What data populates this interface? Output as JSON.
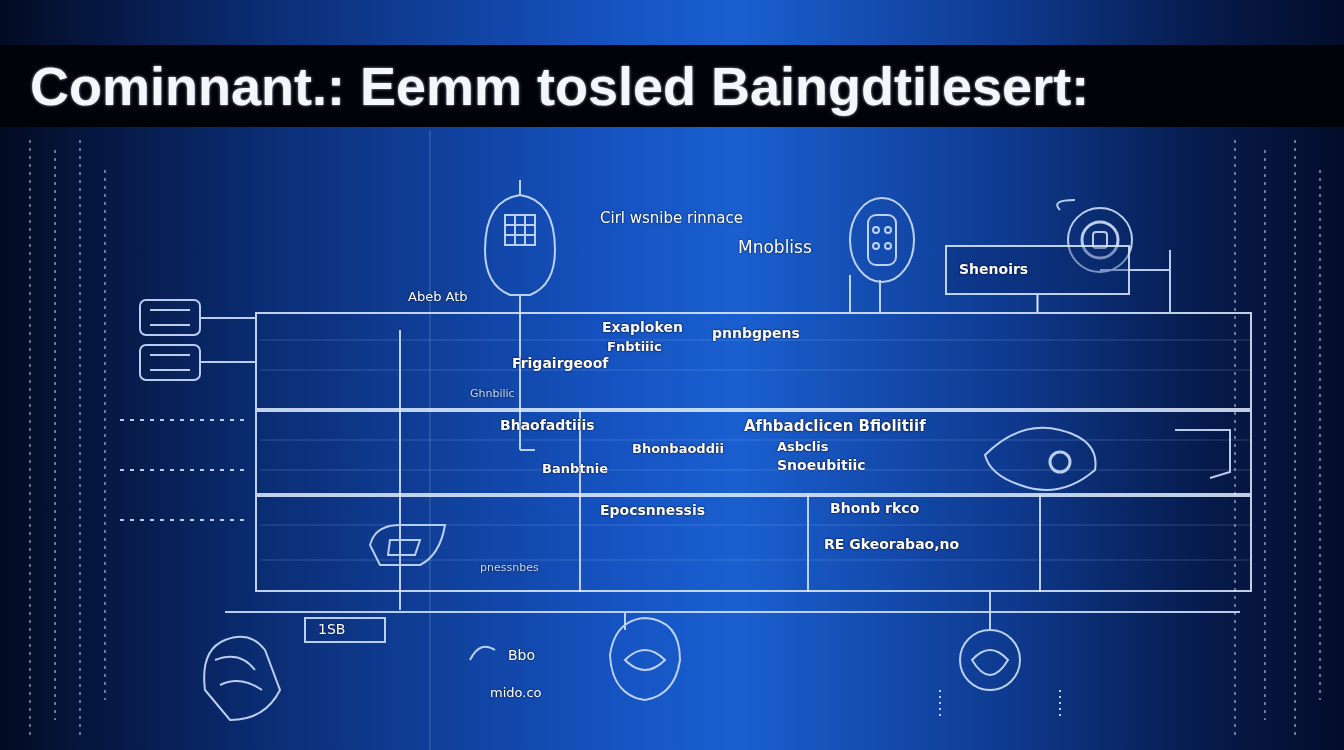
{
  "diagram": {
    "title": "Cominnant.: Eemm tosled Baingdtilesert:",
    "nodes": [
      {
        "text": [
          "Exaploken",
          "pnnbgpens",
          "Fnbtiiic",
          "Frigairgeoof"
        ]
      },
      {
        "text": [
          "Bhaofadtiiis",
          "Bhonbaoddii",
          "Banbtnie",
          "Afhbadclicen Bfiolitiif",
          "Asbclis",
          "Snoeubitiic"
        ]
      },
      {
        "text": [
          "Epocsnnessis",
          "Bhonb rkco",
          "RE Gkeorabao,no"
        ]
      },
      {
        "text": [
          "Shenoirs"
        ]
      }
    ],
    "edges": [
      {
        "from": 3,
        "to": 0,
        "arrow": "none"
      }
    ],
    "labels": [
      "Cirl wsnibe rinnace",
      "Mnobliss",
      "Abeb Atb",
      "Ghnbilic",
      "pnessnbes",
      "1SB",
      "Bbo",
      "mido.co"
    ]
  }
}
